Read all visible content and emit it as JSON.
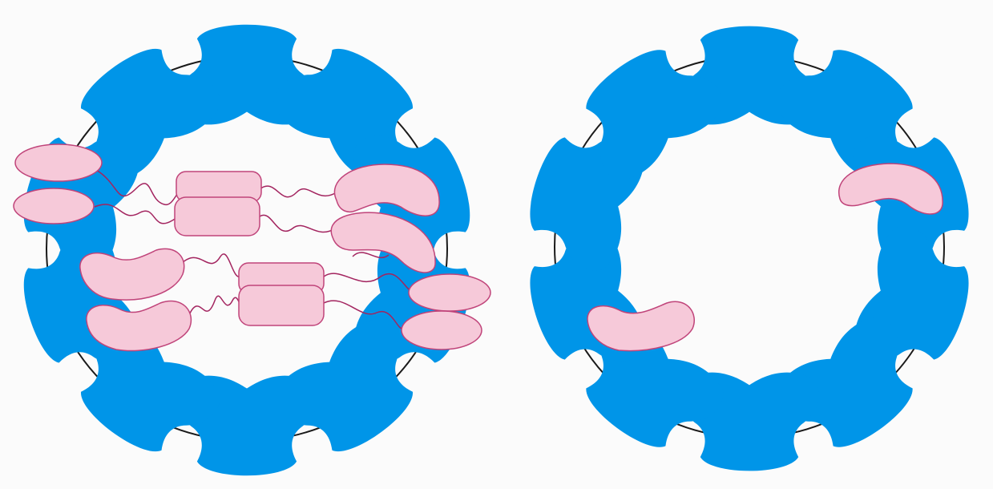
{
  "colors": {
    "background": "#fbfbfb",
    "blue_subunit": "#0095e8",
    "pink_domain_fill": "#f6c9d9",
    "pink_domain_stroke": "#c0447a",
    "linker": "#a3245f",
    "ring_line": "#1a1a1a"
  },
  "diagram": {
    "left_assembly": {
      "subunit_count": 10,
      "pink_domains_count": 12,
      "has_linkers": true
    },
    "right_assembly": {
      "subunit_count": 10,
      "pink_domains_count": 2,
      "has_linkers": false
    }
  }
}
